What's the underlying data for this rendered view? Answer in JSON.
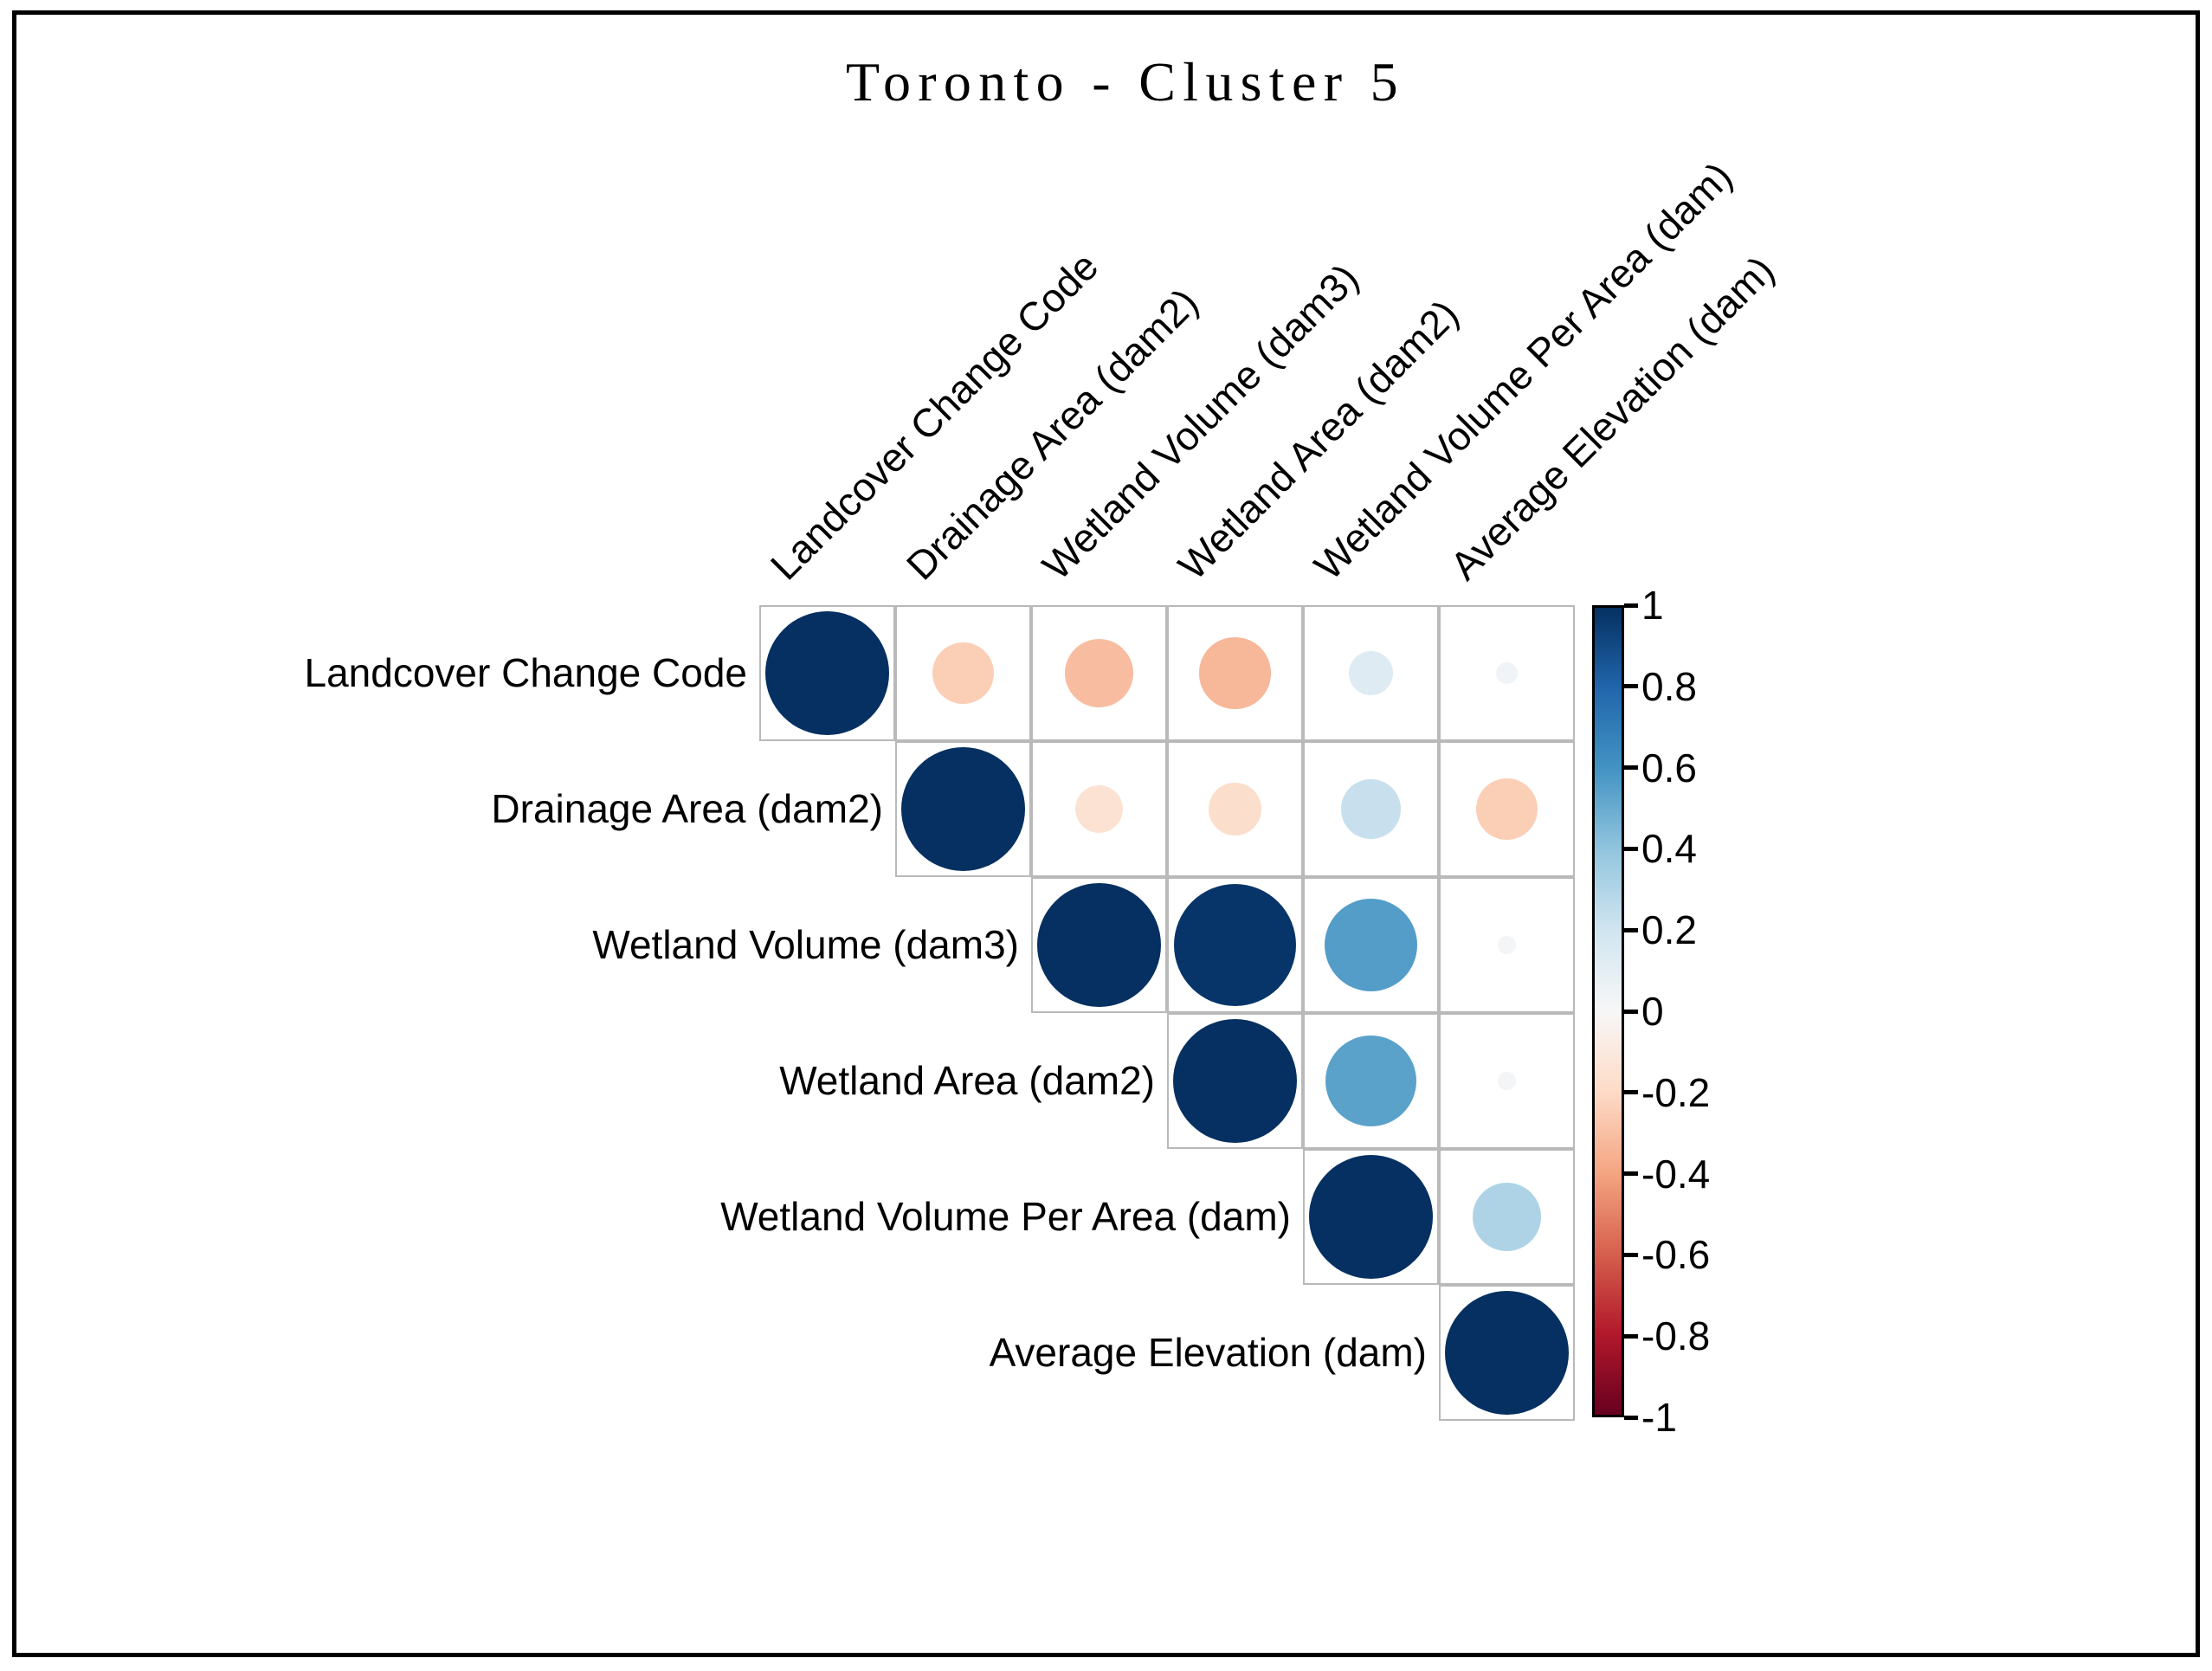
{
  "title": "Toronto - Cluster 5",
  "chart_data": {
    "type": "correlation-matrix",
    "title": "Toronto - Cluster 5",
    "layout_style": "upper-triangle bubble corrplot, circle area ~ |r|, legend colorbar on right",
    "variables": [
      "Landcover Change Code",
      "Drainage Area (dam2)",
      "Wetland Volume (dam3)",
      "Wetland Area (dam2)",
      "Wetland Volume Per Area (dam)",
      "Average Elevation (dam)"
    ],
    "matrix_upper_triangle": [
      [
        1,
        -0.25,
        -0.31,
        -0.33,
        0.13,
        0.03
      ],
      [
        null,
        1,
        -0.15,
        -0.18,
        0.23,
        -0.25
      ],
      [
        null,
        null,
        1,
        0.98,
        0.56,
        0.02
      ],
      [
        null,
        null,
        null,
        1,
        0.54,
        0.02
      ],
      [
        null,
        null,
        null,
        null,
        1,
        0.31
      ],
      [
        null,
        null,
        null,
        null,
        null,
        1
      ]
    ],
    "colorbar": {
      "min": -1,
      "max": 1,
      "tick_labels": [
        "1",
        "0.8",
        "0.6",
        "0.4",
        "0.2",
        "0",
        "-0.2",
        "-0.4",
        "-0.6",
        "-0.8",
        "-1"
      ],
      "palette_name": "RdBu",
      "palette_stops": [
        {
          "value": -1.0,
          "color": "#67001F"
        },
        {
          "value": -0.8,
          "color": "#B2182B"
        },
        {
          "value": -0.6,
          "color": "#D6604D"
        },
        {
          "value": -0.4,
          "color": "#F4A582"
        },
        {
          "value": -0.2,
          "color": "#FDDBC7"
        },
        {
          "value": 0.0,
          "color": "#F7F7F7"
        },
        {
          "value": 0.2,
          "color": "#D1E5F0"
        },
        {
          "value": 0.4,
          "color": "#92C5DE"
        },
        {
          "value": 0.6,
          "color": "#4393C3"
        },
        {
          "value": 0.8,
          "color": "#2166AC"
        },
        {
          "value": 1.0,
          "color": "#053061"
        }
      ],
      "grid_line_color": "#b9b9b9"
    }
  }
}
